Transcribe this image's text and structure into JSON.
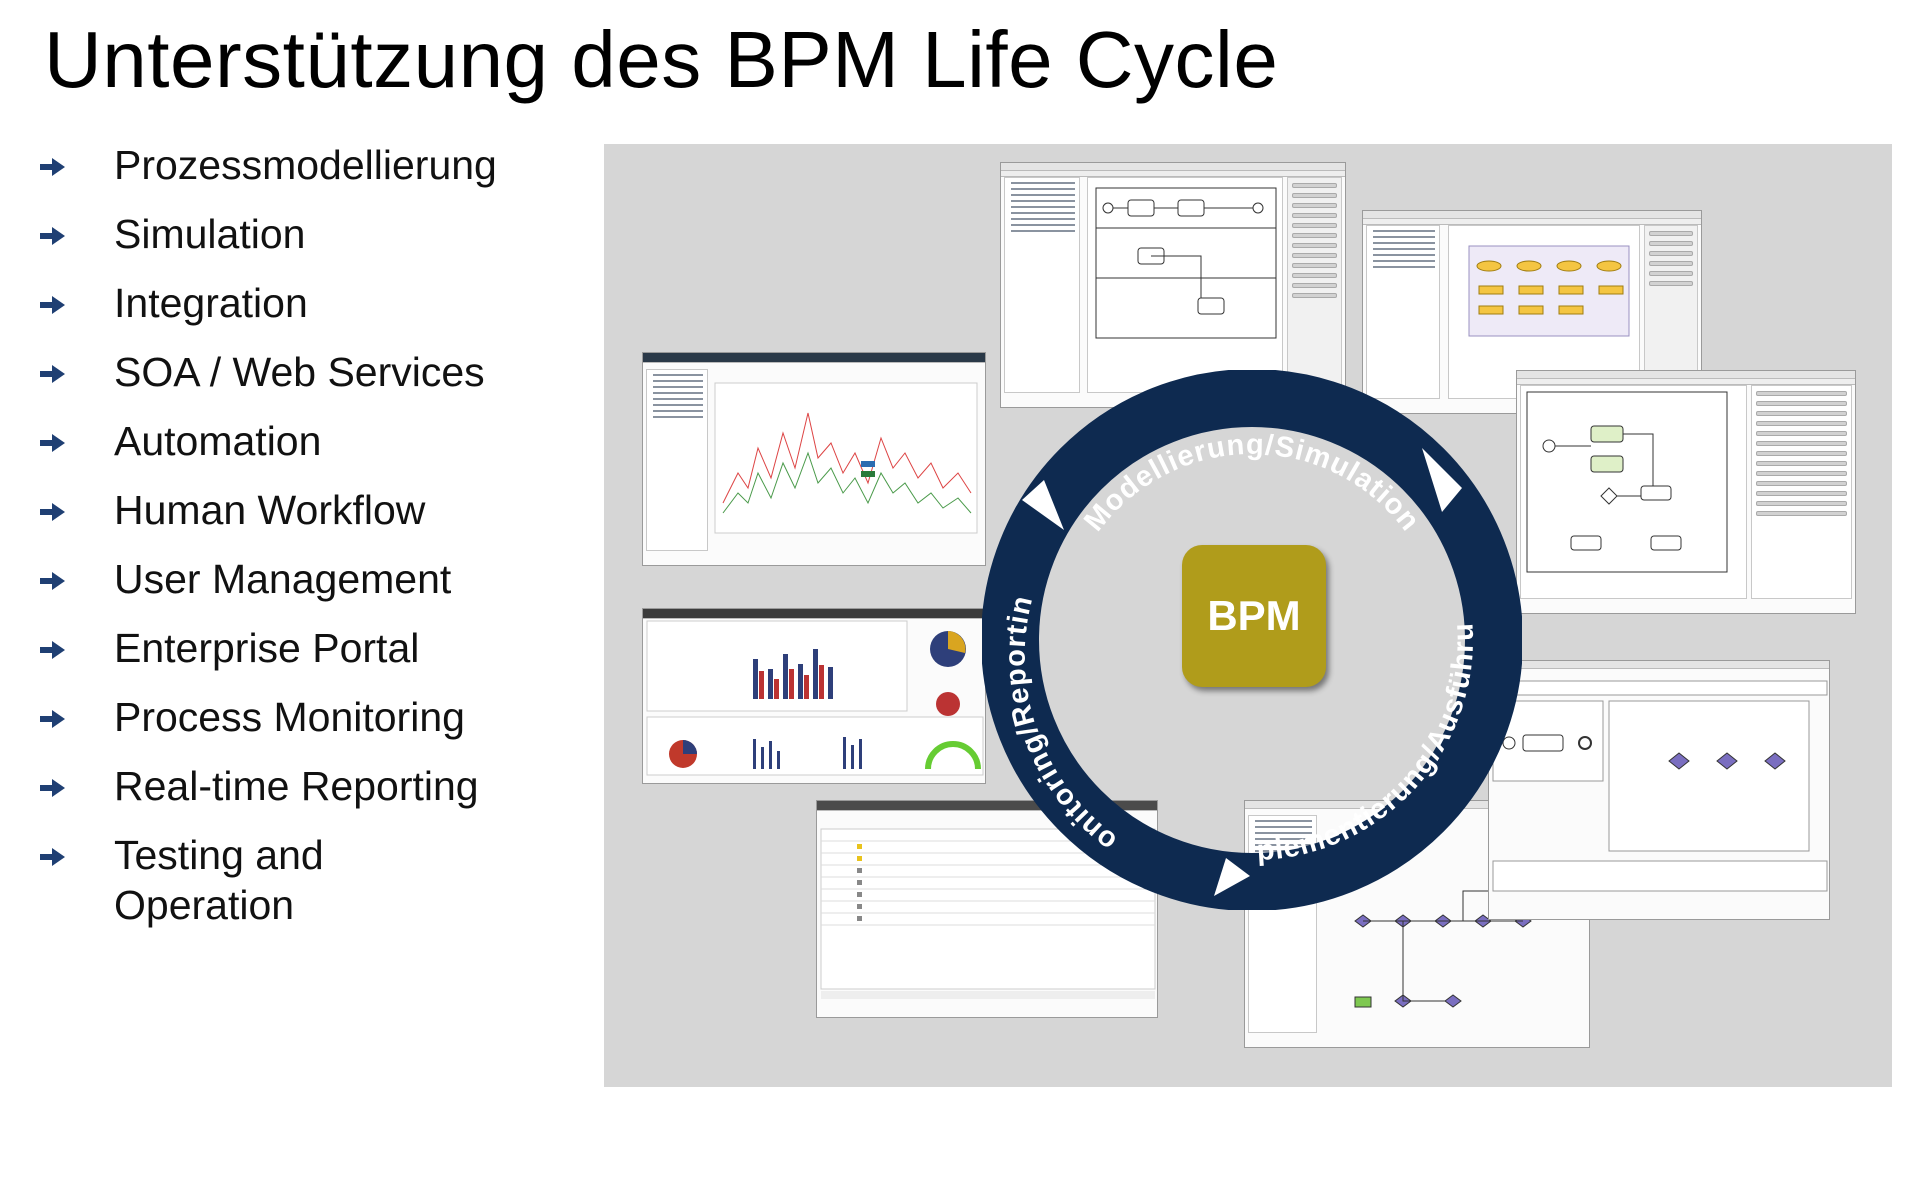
{
  "title": "Unterstützung des BPM Life Cycle",
  "features": [
    "Prozessmodellierung",
    "Simulation",
    "Integration",
    "SOA / Web Services",
    "Automation",
    "Human Workflow",
    "User Management",
    "Enterprise Portal",
    "Process Monitoring",
    "Real-time Reporting",
    "Testing and Operation"
  ],
  "cycle": {
    "center_label": "BPM",
    "phase_top": "Modellierung/Simulation",
    "phase_right": "Implementierung/Ausführung",
    "phase_left": "Monitoring/Reporting"
  },
  "colors": {
    "cycle_ring": "#0e2a50",
    "badge": "#b09c1b",
    "bullet_arrow": "#1f3f73",
    "panel": "#d6d6d6"
  },
  "icons": {
    "bullet": "arrow-right-icon"
  }
}
